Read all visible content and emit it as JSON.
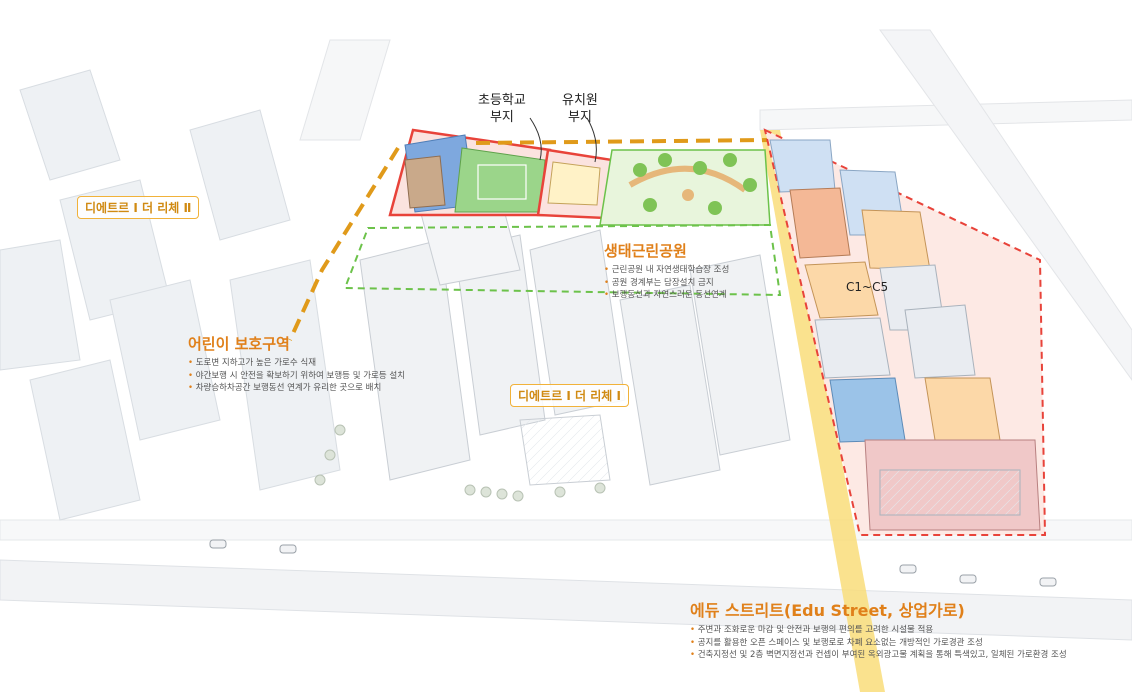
{
  "labels": {
    "school_line1": "초등학교",
    "school_line2": "부지",
    "kinder_line1": "유치원",
    "kinder_line2": "부지",
    "complex_2": "디에트르 I 더 리체 Ⅱ",
    "complex_1": "디에트르 I 더 리체 Ⅰ",
    "commercial_code": "C1~C5"
  },
  "zones": {
    "park": {
      "title": "생태근린공원",
      "items": [
        "근린공원 내 자연생태학습장 조성",
        "공원 경계부는 담장설치 금지",
        "보행동선과 자연스러운 동선연계"
      ]
    },
    "child": {
      "title": "어린이 보호구역",
      "items": [
        "도로변 지하고가 높은 가로수 식재",
        "야간보행 시 안전을 확보하기 위하여 보행등 및 가로등 설치",
        "차량승하차공간 보행동선 연계가 유리한 곳으로 배치"
      ]
    },
    "edu": {
      "title": "에듀 스트리트(Edu Street, 상업가로)",
      "items": [
        "주변과 조화로운 마감 및 안전과 보행의 편의를 고려한 시설물 적용",
        "공지를 활용한 오픈 스페이스 및 보행로로 차폐 요소없는 개방적인 가로경관 조성",
        "건축지정선 및 2층 벽면지정선과 컨셉이 부여된 옥외광고물 계획을 통해 특색있고, 일체된 가로환경 조성"
      ]
    }
  },
  "colors": {
    "boundary_red": "#e8433a",
    "park_green": "#6cc24a",
    "school_route_orange": "#e09a1a",
    "edu_street_yellow": "#f5c842",
    "label_orange": "#e0801a"
  }
}
